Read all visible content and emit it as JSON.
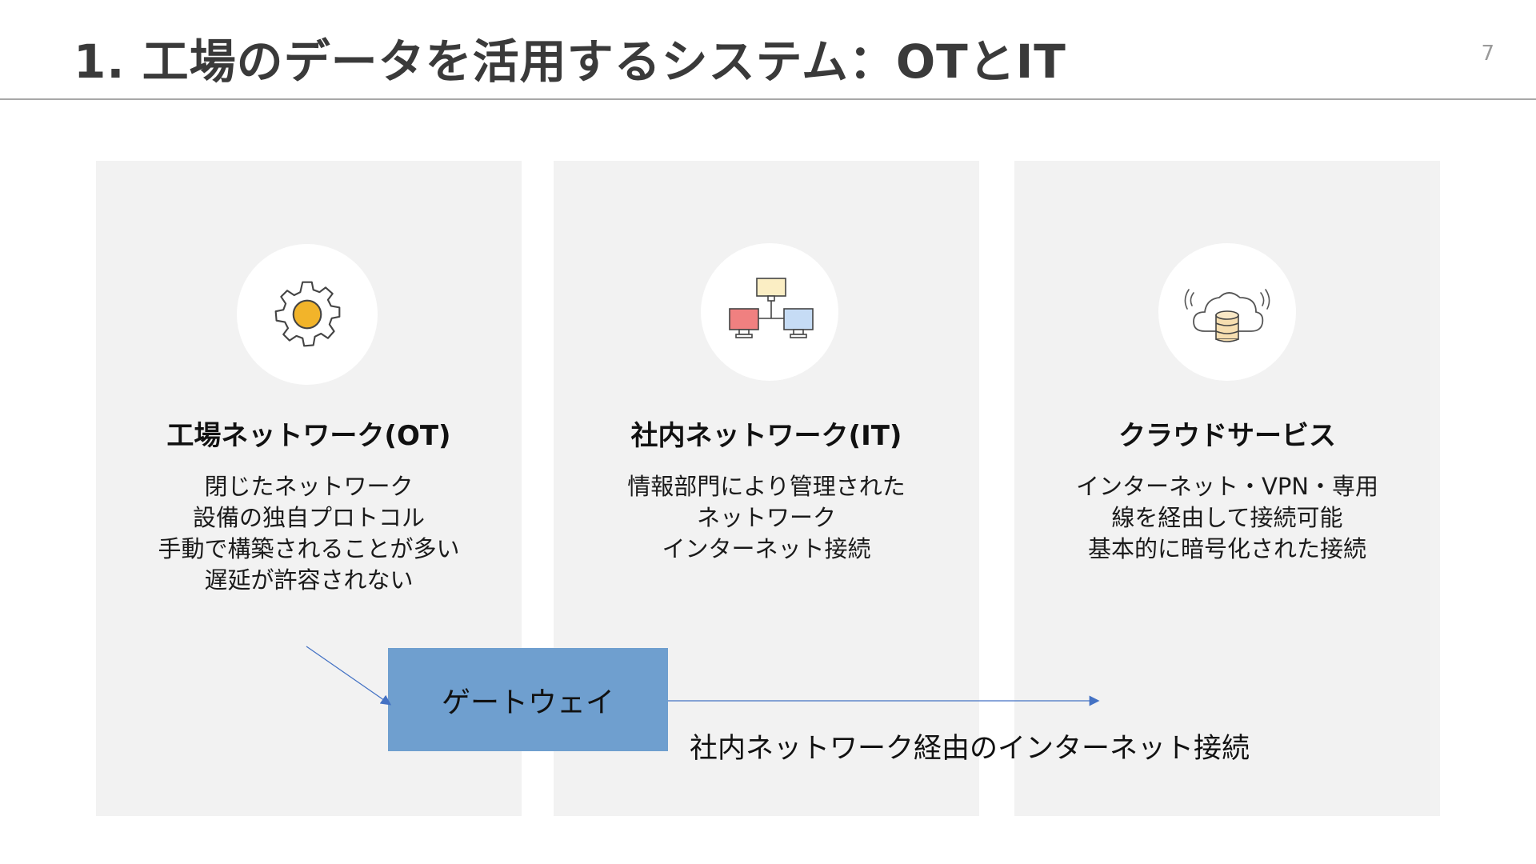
{
  "slide": {
    "title": "1. 工場のデータを活用するシステム：OTとIT",
    "page_number": "7"
  },
  "panels": [
    {
      "icon": "gear-icon",
      "heading": "工場ネットワーク(OT)",
      "lines": [
        "閉じたネットワーク",
        "設備の独自プロトコル",
        "手動で構築されることが多い",
        "遅延が許容されない"
      ]
    },
    {
      "icon": "network-computers-icon",
      "heading": "社内ネットワーク(IT)",
      "lines": [
        "情報部門により管理された",
        "ネットワーク",
        "インターネット接続"
      ]
    },
    {
      "icon": "cloud-database-icon",
      "heading": "クラウドサービス",
      "lines": [
        "インターネット・VPN・専用",
        "線を経由して接続可能",
        "基本的に暗号化された接続"
      ]
    }
  ],
  "gateway": {
    "label": "ゲートウェイ"
  },
  "connection": {
    "label": "社内ネットワーク経由のインターネット接続"
  },
  "colors": {
    "panel_background": "#f2f2f2",
    "gateway_fill": "#6f9fcf",
    "arrow": "#4472c4",
    "gear_center": "#f2b42a",
    "monitor_red": "#f08080",
    "monitor_blue": "#c6dcf5",
    "monitor_cream": "#fbeec4"
  }
}
